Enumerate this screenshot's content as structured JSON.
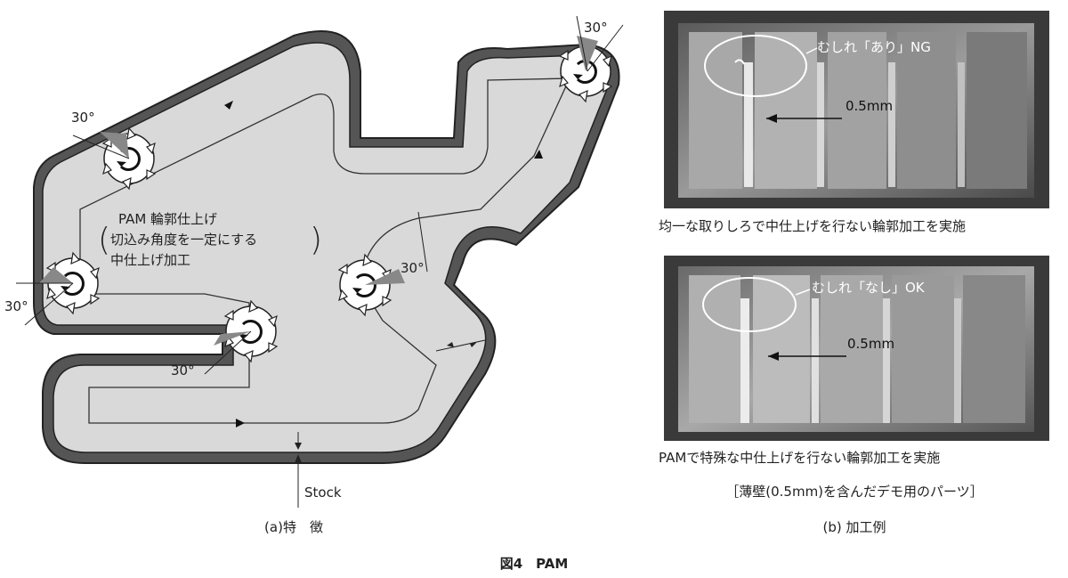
{
  "figure_title": "図4　PAM",
  "left_panel": {
    "caption": "(a)特　徴",
    "note_line1": "PAM 輪郭仕上げ",
    "note_line2": "切込み角度を一定にする",
    "note_line3": "中仕上げ加工",
    "angle_label": "30°",
    "stock_label": "Stock"
  },
  "right_panel": {
    "caption": "(b) 加工例",
    "photo1_annotation": "むしれ「あり」NG",
    "photo1_dimension": "0.5mm",
    "photo1_caption": "均一な取りしろで中仕上げを行ない輪郭加工を実施",
    "photo2_annotation": "むしれ「なし」OK",
    "photo2_dimension": "0.5mm",
    "photo2_caption": "PAMで特殊な中仕上げを行ない輪郭加工を実施",
    "demo_note": "［薄壁(0.5mm)を含んだデモ用のパーツ］"
  }
}
